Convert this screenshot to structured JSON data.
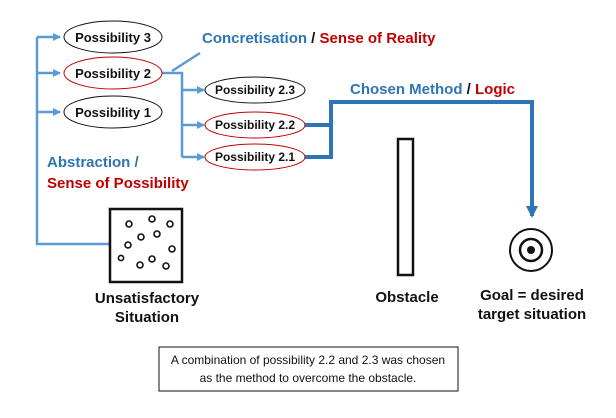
{
  "possibilities": {
    "p3": "Possibility 3",
    "p2": "Possibility 2",
    "p1": "Possibility 1",
    "p23": "Possibility 2.3",
    "p22": "Possibility 2.2",
    "p21": "Possibility 2.1"
  },
  "labels": {
    "concretisation": "Concretisation",
    "slash1": " / ",
    "sense_reality": "Sense of Reality",
    "chosen_method": "Chosen Method",
    "slash2": " / ",
    "logic": "Logic",
    "abstraction": "Abstraction /",
    "sense_possibility": "Sense of Possibility",
    "unsatisfactory_1": "Unsatisfactory",
    "unsatisfactory_2": "Situation",
    "obstacle": "Obstacle",
    "goal_1": "Goal = desired",
    "goal_2": "target situation"
  },
  "caption": {
    "line1": "A combination of possibility 2.2 and 2.3 was chosen",
    "line2": "as the method to overcome the obstacle."
  },
  "colors": {
    "accent_blue": "#2e75b6",
    "light_blue": "#5b9bd5",
    "accent_red": "#c00000"
  }
}
